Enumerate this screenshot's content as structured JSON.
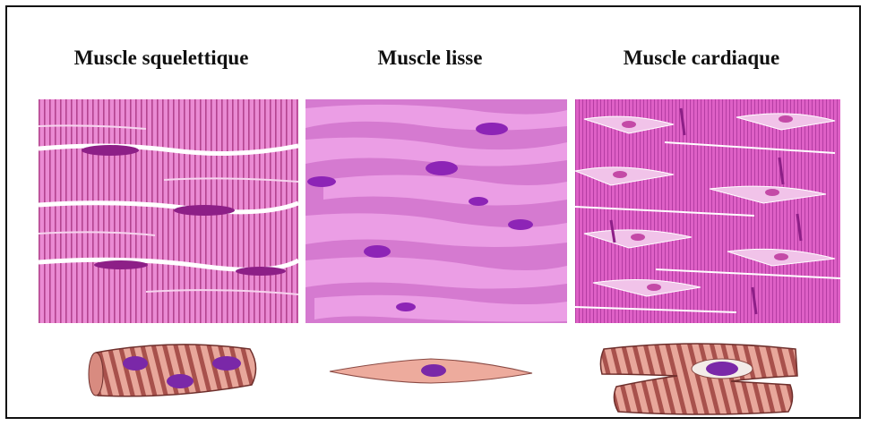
{
  "panels": [
    {
      "title": "Muscle squelettique"
    },
    {
      "title": "Muscle lisse"
    },
    {
      "title": "Muscle cardiaque"
    }
  ],
  "colors": {
    "skeletal_bg": "#e982cf",
    "skeletal_stripe": "#b2418e",
    "smooth_bg": "#d57ad0",
    "smooth_cell": "#eb9ee5",
    "nucleus": "#8d24b6",
    "cardiac_bg": "#dd60c6",
    "cardiac_light": "#f1c3e9",
    "cell_pink": "#e8a79b",
    "cell_stripe": "#a8514c"
  }
}
